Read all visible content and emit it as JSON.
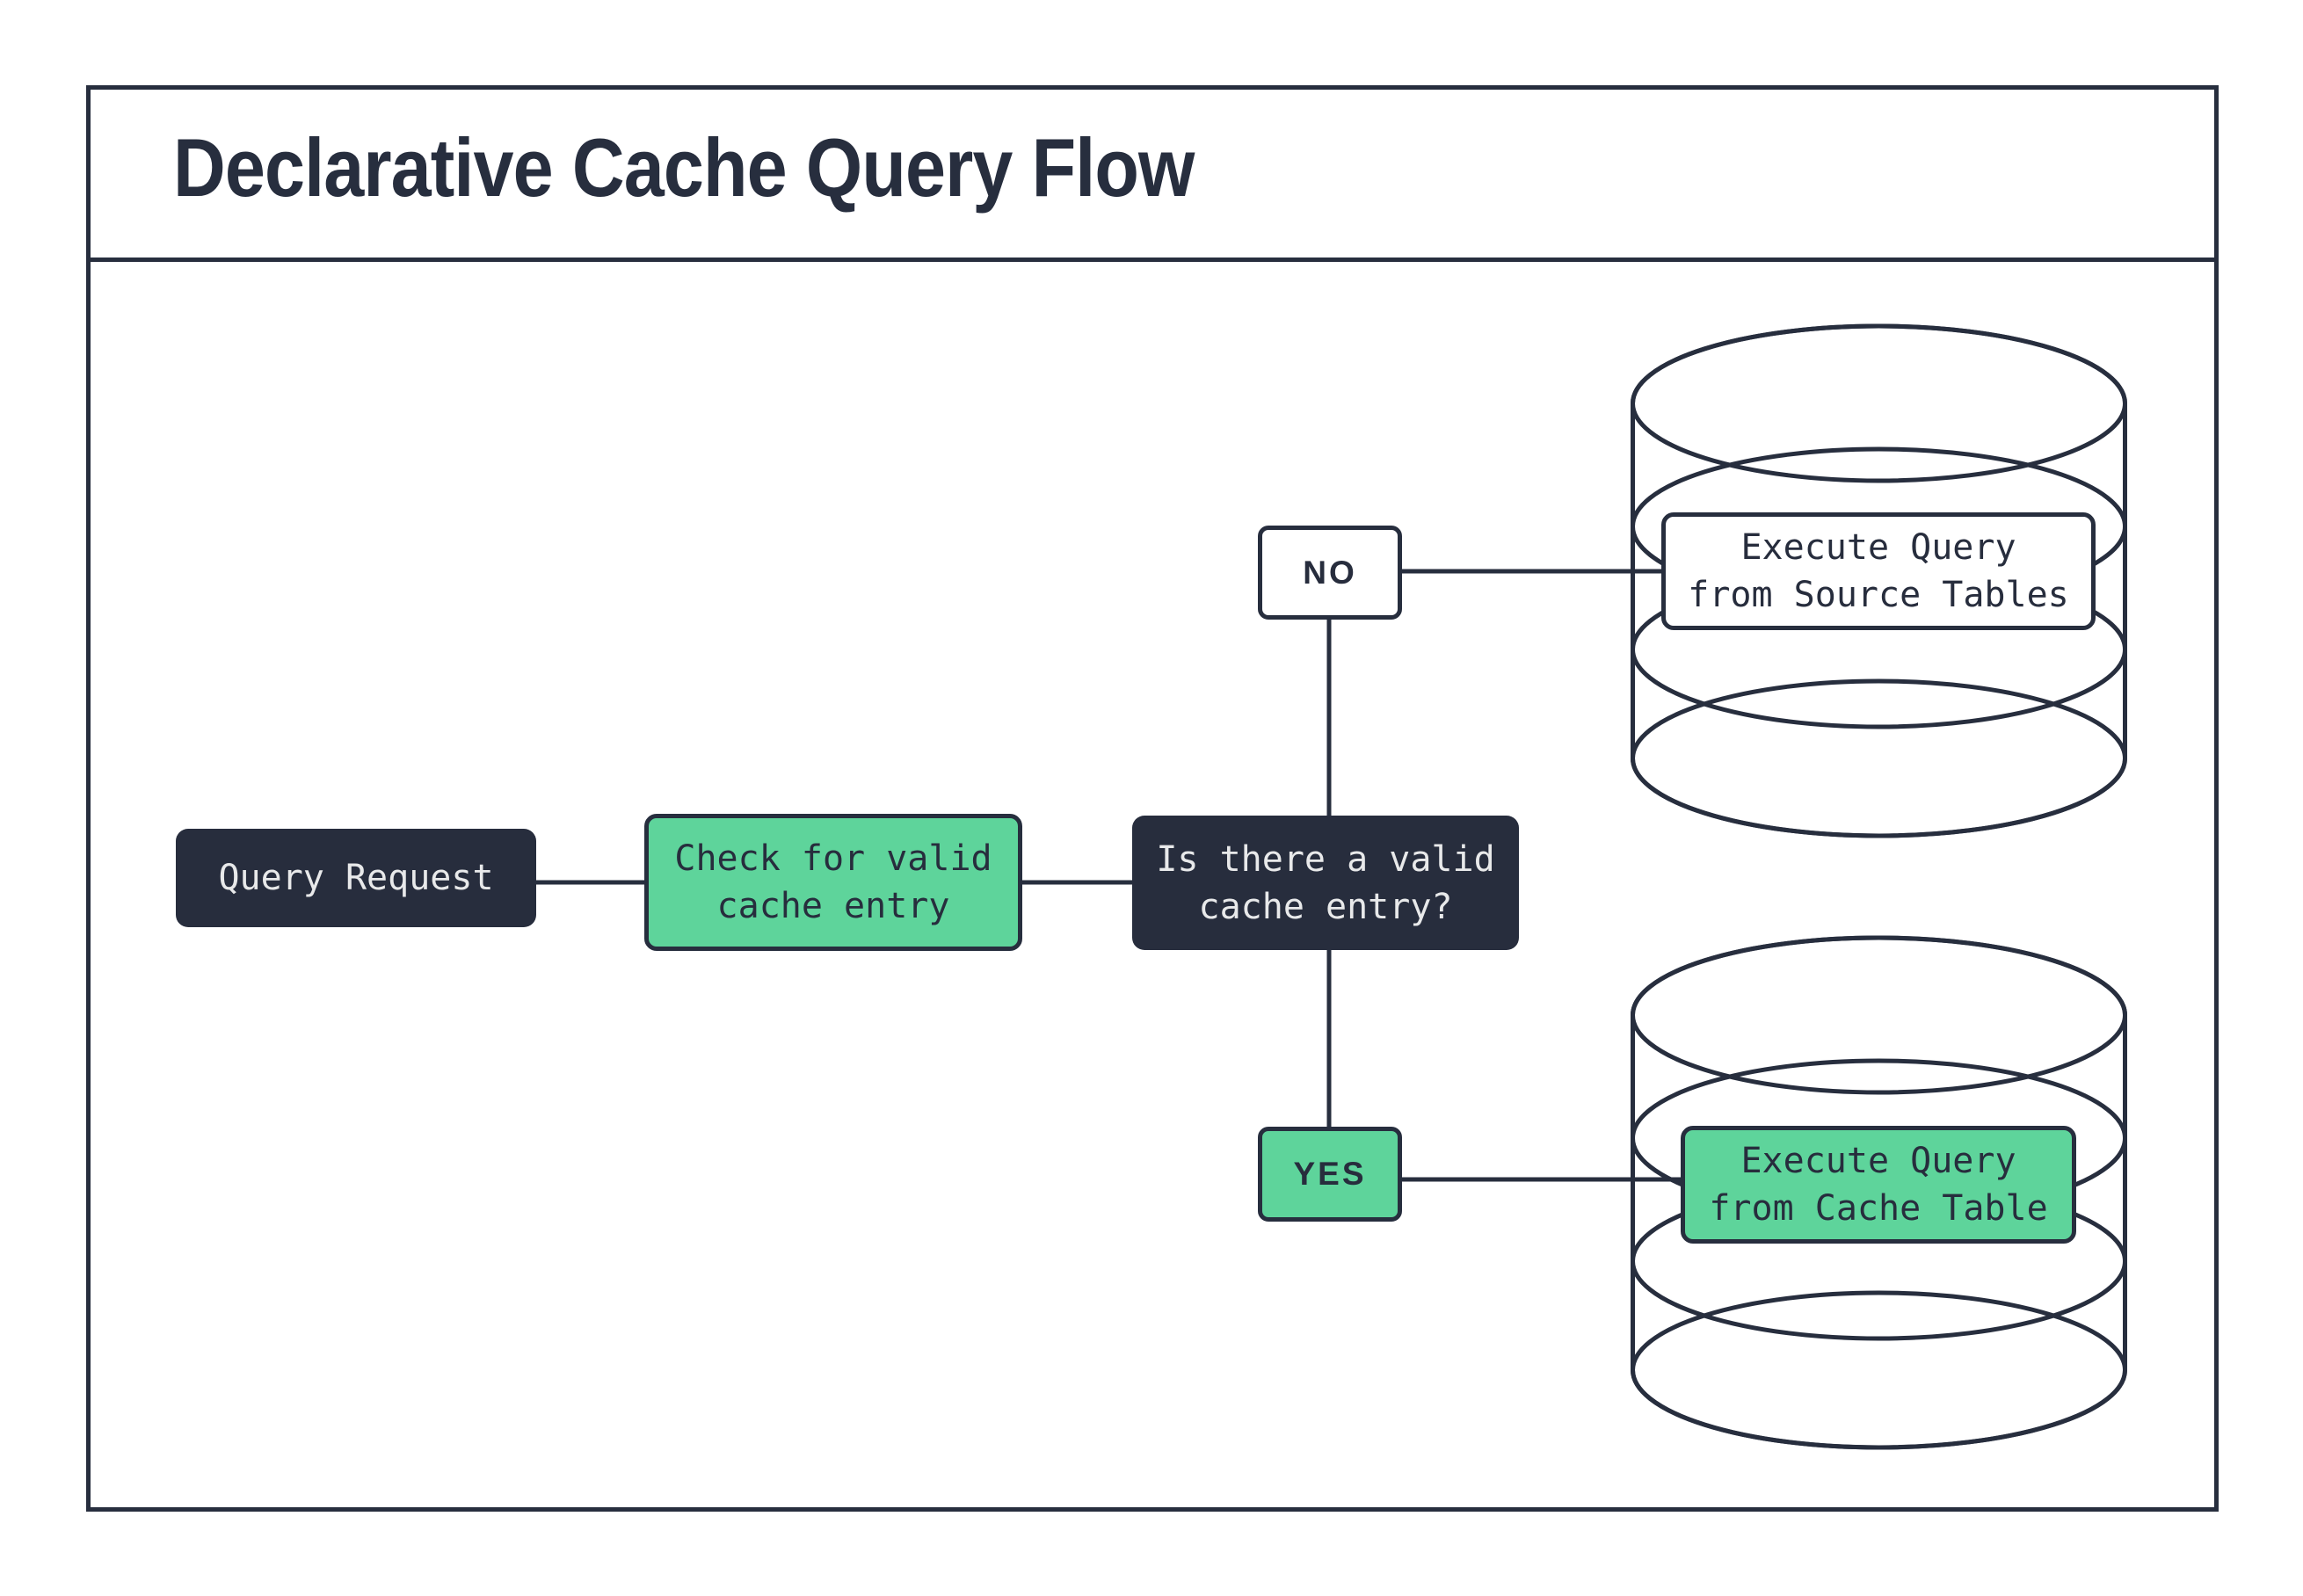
{
  "title": "Declarative Cache Query Flow",
  "colors": {
    "dark": "#272e3e",
    "green": "#5ed49b",
    "light_text": "#e8e9ea",
    "white": "#ffffff"
  },
  "nodes": {
    "query_request": {
      "label": "Query Request"
    },
    "check_cache": {
      "label": "Check for valid\ncache entry"
    },
    "decision": {
      "label": "Is there a valid\ncache entry?"
    },
    "no_branch": {
      "label": "NO"
    },
    "yes_branch": {
      "label": "YES"
    },
    "source_db": {
      "label": "Execute Query\nfrom Source Tables"
    },
    "cache_db": {
      "label": "Execute Query\nfrom Cache Table"
    }
  }
}
